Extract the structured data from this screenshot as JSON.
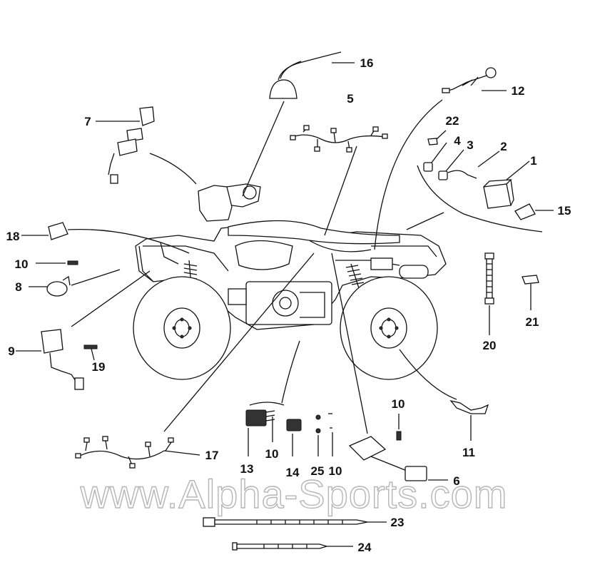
{
  "watermark": "www.Alpha-Sports.com",
  "callouts": {
    "c1": "1",
    "c2": "2",
    "c3": "3",
    "c4": "4",
    "c5": "5",
    "c6": "6",
    "c7": "7",
    "c8": "8",
    "c9": "9",
    "c10a": "10",
    "c10b": "10",
    "c10c": "10",
    "c10d": "10",
    "c11": "11",
    "c12": "12",
    "c13": "13",
    "c14": "14",
    "c15": "15",
    "c16": "16",
    "c17": "17",
    "c18": "18",
    "c19": "19",
    "c20": "20",
    "c21": "21",
    "c22": "22",
    "c23": "23",
    "c24": "24",
    "c25": "25"
  }
}
